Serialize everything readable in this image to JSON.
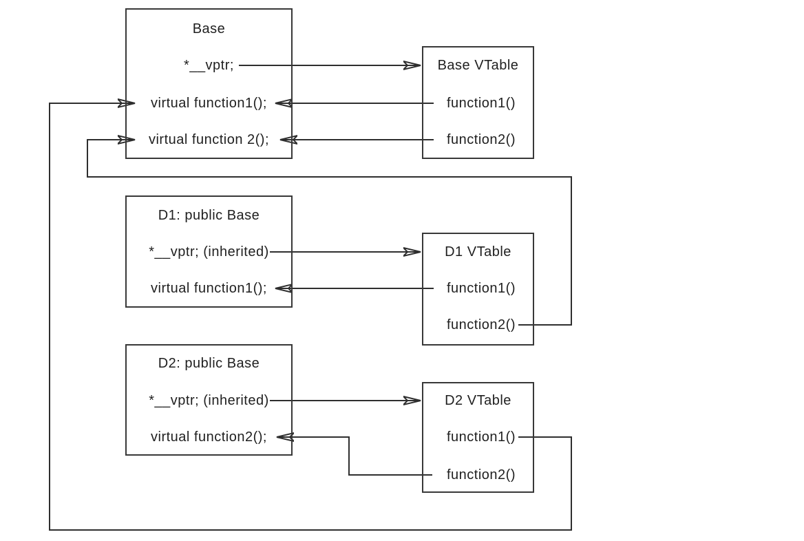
{
  "diagram": {
    "type": "class-vtable-diagram",
    "boxes": {
      "base": {
        "title": "Base",
        "vptr": "*__vptr;",
        "vf1": "virtual function1();",
        "vf2": "virtual function 2();"
      },
      "base_vtable": {
        "title": "Base VTable",
        "f1": "function1()",
        "f2": "function2()"
      },
      "d1": {
        "title": "D1: public Base",
        "vptr": "*__vptr; (inherited)",
        "vf1": "virtual function1();"
      },
      "d1_vtable": {
        "title": "D1 VTable",
        "f1": "function1()",
        "f2": "function2()"
      },
      "d2": {
        "title": "D2: public Base",
        "vptr": "*__vptr; (inherited)",
        "vf2": "virtual function2();"
      },
      "d2_vtable": {
        "title": "D2 VTable",
        "f1": "function1()",
        "f2": "function2()"
      }
    },
    "connectors": [
      "base.vptr -> base_vtable",
      "base_vtable.function1 -> base.virtual_function1",
      "base_vtable.function2 -> base.virtual_function2",
      "d1.vptr -> d1_vtable",
      "d1_vtable.function1 -> d1.virtual_function1",
      "d1_vtable.function2 -> base.virtual_function2",
      "d2.vptr -> d2_vtable",
      "d2_vtable.function2 -> d2.virtual_function2",
      "d2_vtable.function1 -> base.virtual_function1"
    ],
    "colors": {
      "background": "#ffffff",
      "line": "#2e2e2e",
      "border": "#383838",
      "text": "#1f1f1f"
    }
  }
}
